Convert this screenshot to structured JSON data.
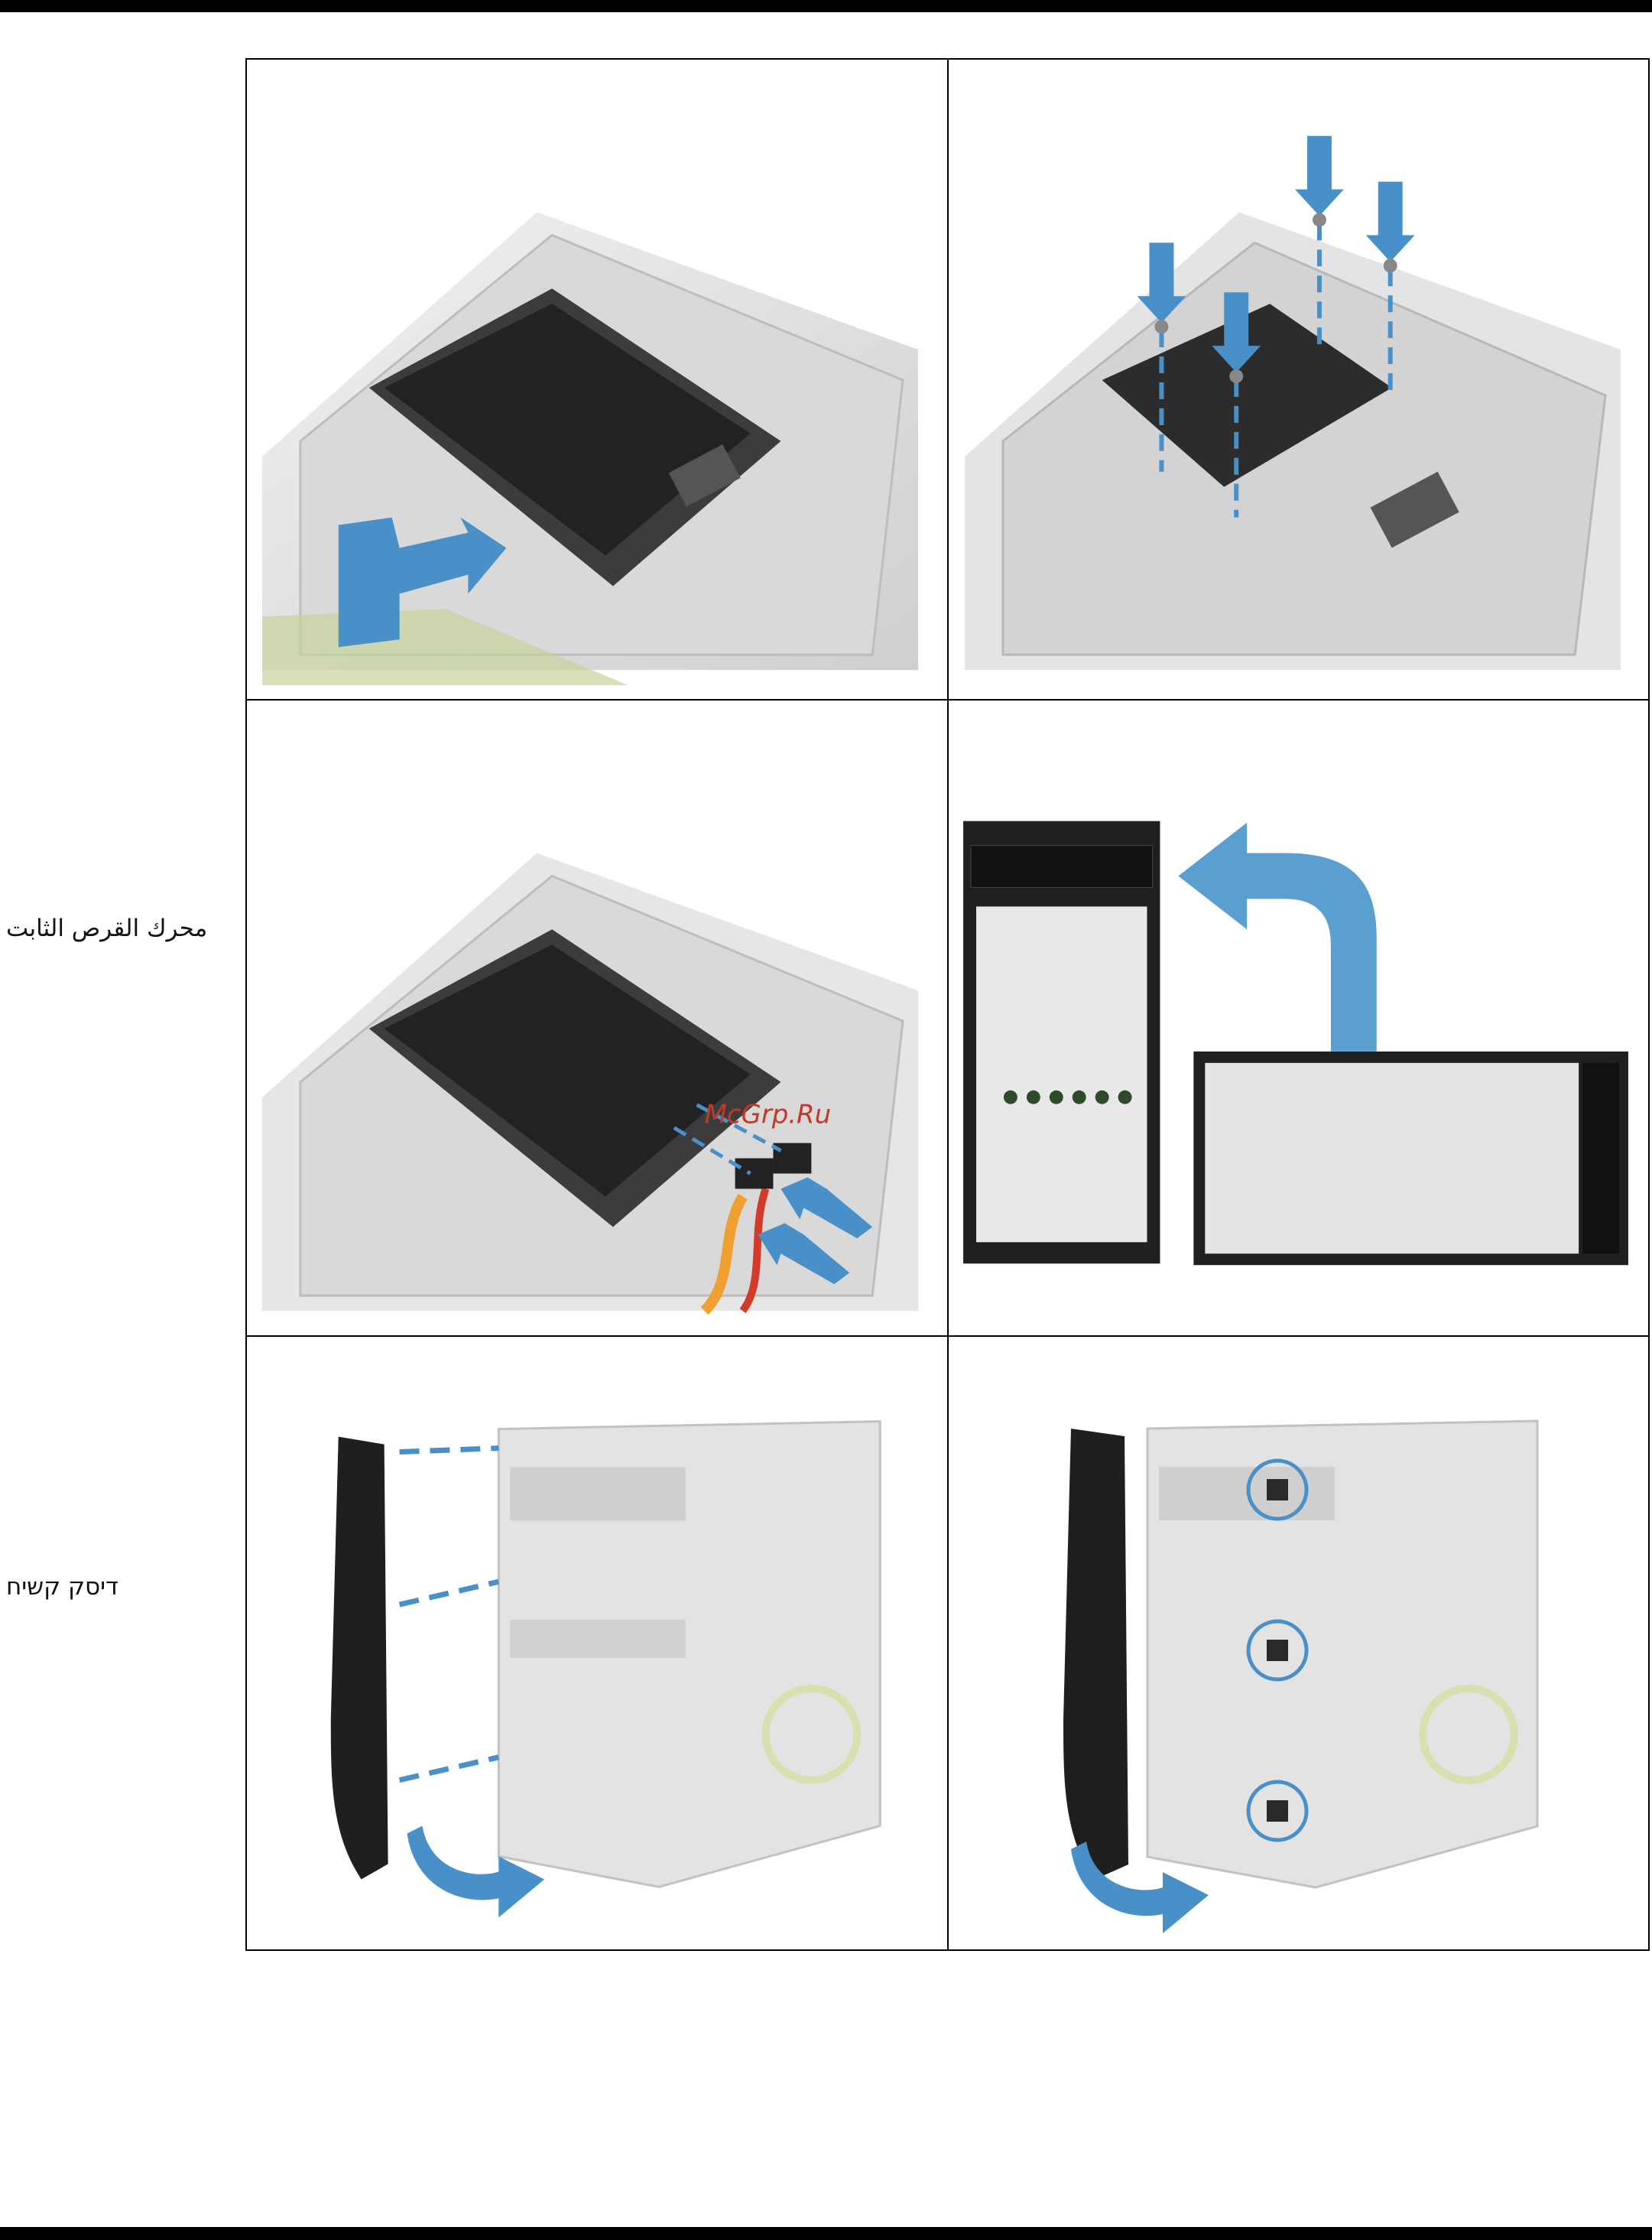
{
  "labels": {
    "hard_drive_arabic": "محرك القرص الثابت",
    "hard_drive_hebrew": "דיסק קשיח"
  },
  "watermark": "McGrp.Ru",
  "illustrations": [
    {
      "panel": "top-left",
      "subject": "hard-drive-bay-insert",
      "arrow_color": "#4a90c8"
    },
    {
      "panel": "top-right",
      "subject": "hard-drive-screws",
      "arrow_color": "#4a90c8"
    },
    {
      "panel": "middle-left",
      "subject": "sata-cable-connect",
      "arrow_color": "#4a90c8"
    },
    {
      "panel": "middle-right",
      "subject": "tower-rotate",
      "arrow_color": "#5a9fd0"
    },
    {
      "panel": "bottom-left",
      "subject": "front-bezel-attach",
      "arrow_color": "#4a90c8"
    },
    {
      "panel": "bottom-right",
      "subject": "front-bezel-clips",
      "arrow_color": "#4a90c8"
    }
  ]
}
